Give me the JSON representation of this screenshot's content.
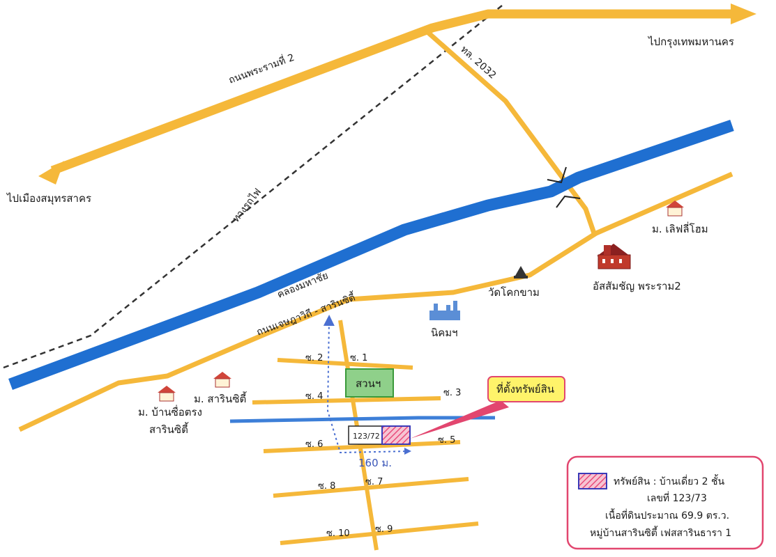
{
  "roads": {
    "rama2": "ถนนพระรามที่ 2",
    "to_bangkok": "ไปกรุงเทพมหานคร",
    "to_samut_sakhon": "ไปเมืองสมุทรสาคร",
    "road_2032": "ทล. 2032",
    "railway": "ทางรถไฟ",
    "canal": "คลองมหาชัย",
    "main_road": "ถนนเจษฎาวิถี - สารินซิตี้"
  },
  "places": {
    "wat": "วัดโคกขาม",
    "assumption": "อัสสัมชัญ พระราม2",
    "life_home": "ม. เลิฟลี่โฮม",
    "industrial": "นิคมฯ",
    "sarin_city": "ม. สารินซิตี้",
    "baan_line1": "ม. บ้านซื่อตรง",
    "baan_line2": "สารินซิตี้",
    "park": "สวนฯ"
  },
  "sois": {
    "s1": "ซ. 1",
    "s2": "ซ. 2",
    "s3": "ซ. 3",
    "s4": "ซ. 4",
    "s5": "ซ. 5",
    "s6": "ซ. 6",
    "s7": "ซ. 7",
    "s8": "ซ. 8",
    "s9": "ซ. 9",
    "s10": "ซ. 10"
  },
  "lot_neighbor": "123/72",
  "distance": "160 ม.",
  "callout": "ที่ตั้งทรัพย์สิน",
  "legend": {
    "line1": "ทรัพย์สิน : บ้านเดี่ยว 2 ชั้น",
    "line2": "เลขที่ 123/73",
    "line3": "เนื้อที่ดินประมาณ 69.9 ตร.ว.",
    "line4": "หมู่บ้านสารินซิตี้ เฟสสารินธารา 1"
  },
  "colors": {
    "road": "#f5b83a",
    "canal": "#1f6fd1",
    "property_hatch": "#e84a7a",
    "legend_border": "#e2466f",
    "callout_fill": "#fff36a",
    "park_fill": "#8fd08a"
  }
}
